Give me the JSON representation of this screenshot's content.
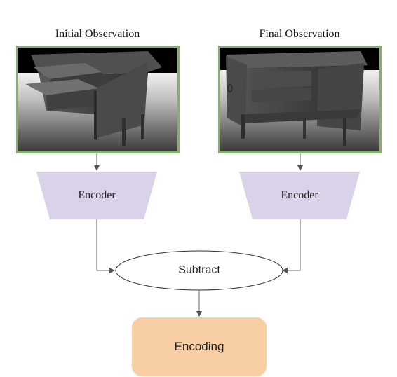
{
  "left_title": "Initial Observation",
  "right_title": "Final Observation",
  "encoder_left": "Encoder",
  "encoder_right": "Encoder",
  "subtract": "Subtract",
  "encoding": "Encoding",
  "colors": {
    "frame_green": "#7fb36a",
    "encoder_fill": "#d9d2e9",
    "encoding_fill": "#f8cfa5"
  }
}
